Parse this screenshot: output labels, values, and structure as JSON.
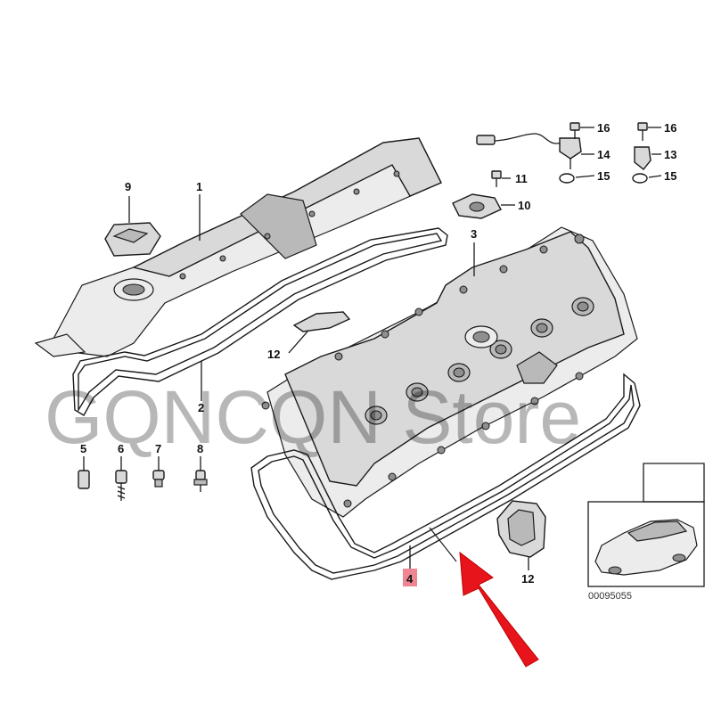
{
  "diagram": {
    "callouts": {
      "c1": "1",
      "c2": "2",
      "c3": "3",
      "c4": "4",
      "c5": "5",
      "c6": "6",
      "c7": "7",
      "c8": "8",
      "c9": "9",
      "c10": "10",
      "c11": "11",
      "c12a": "12",
      "c12b": "12",
      "c13": "13",
      "c14": "14",
      "c15a": "15",
      "c15b": "15",
      "c16a": "16",
      "c16b": "16"
    },
    "inset_code": "00095055",
    "watermark": "GQNCQN Store",
    "highlight_color": "#e0203a",
    "arrow_color": "#e8141c"
  }
}
